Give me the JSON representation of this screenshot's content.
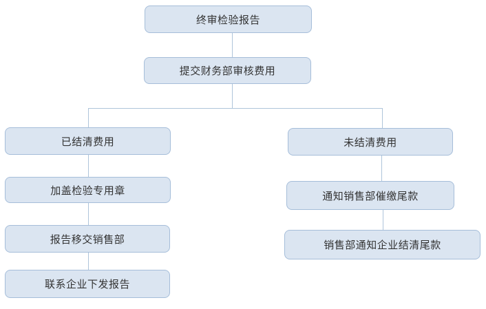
{
  "flowchart": {
    "nodes": {
      "final_report": "终审检验报告",
      "submit_finance": "提交财务部审核费用",
      "settled": "已结清费用",
      "stamp": "加盖检验专用章",
      "transfer_sales": "报告移交销售部",
      "contact_issue": "联系企业下发报告",
      "unsettled": "未结清费用",
      "notify_sales": "通知销售部催缴尾款",
      "sales_notify_company": "销售部通知企业结清尾款"
    }
  },
  "colors": {
    "node_fill": "#dbe5f1",
    "node_border": "#a5bdd9",
    "connector": "#aec4da",
    "node_text": "#333333",
    "background": "#ffffff"
  }
}
